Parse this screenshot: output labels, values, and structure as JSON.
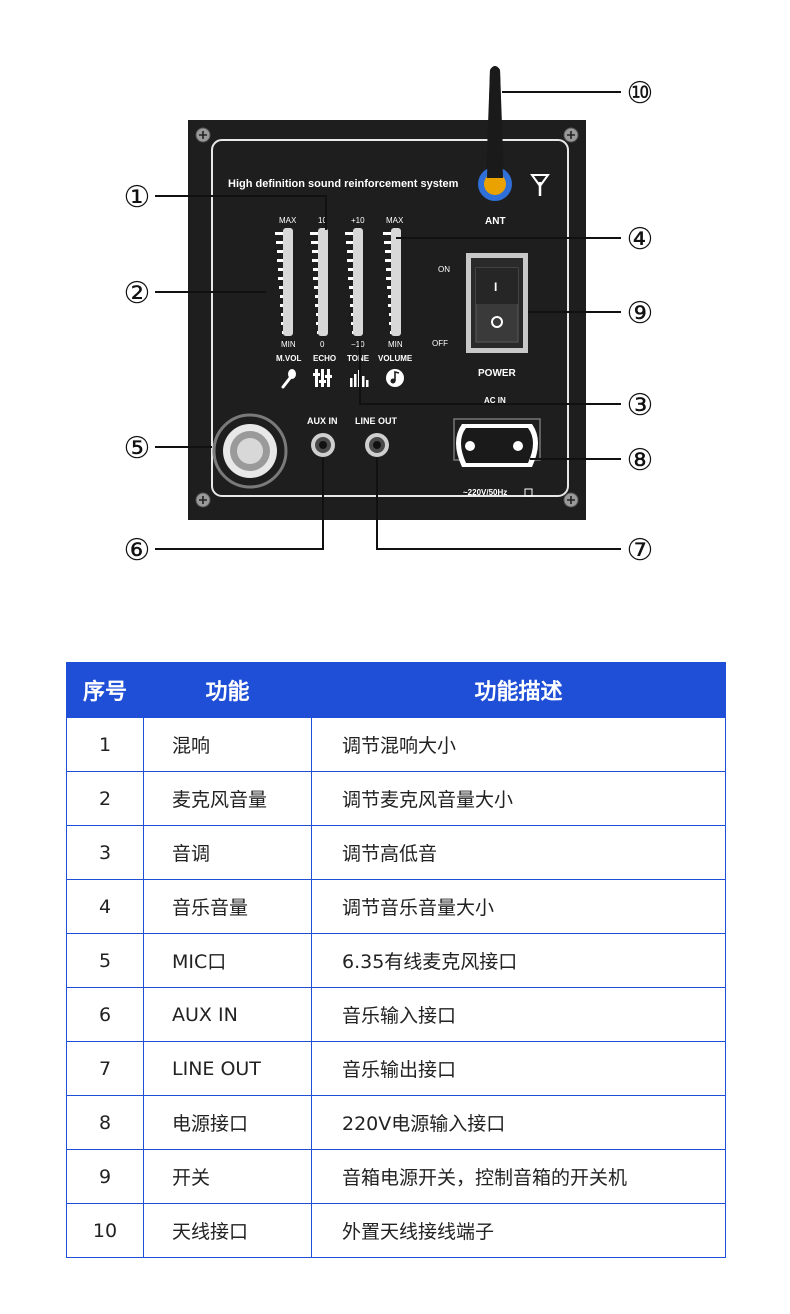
{
  "panel": {
    "title": "High definition sound reinforcement system",
    "antenna_label": "ANT",
    "sliders": [
      {
        "name": "M.VOL",
        "top": "MAX",
        "bottom": "MIN"
      },
      {
        "name": "ECHO",
        "top": "10",
        "bottom": "0"
      },
      {
        "name": "TONE",
        "top": "+10",
        "bottom": "−10"
      },
      {
        "name": "VOLUME",
        "top": "MAX",
        "bottom": "MIN"
      }
    ],
    "switch": {
      "on": "ON",
      "off": "OFF",
      "on_symbol": "I",
      "label": "POWER"
    },
    "ac_label": "AC IN",
    "voltage": "~220V/50Hz",
    "aux_in": "AUX IN",
    "line_out": "LINE OUT"
  },
  "callouts": [
    "①",
    "②",
    "③",
    "④",
    "⑤",
    "⑥",
    "⑦",
    "⑧",
    "⑨",
    "⑩"
  ],
  "table": {
    "headers": [
      "序号",
      "功能",
      "功能描述"
    ],
    "rows": [
      {
        "no": "1",
        "function": "混响",
        "description": "调节混响大小"
      },
      {
        "no": "2",
        "function": "麦克风音量",
        "description": "调节麦克风音量大小"
      },
      {
        "no": "3",
        "function": "音调",
        "description": "调节高低音"
      },
      {
        "no": "4",
        "function": "音乐音量",
        "description": "调节音乐音量大小"
      },
      {
        "no": "5",
        "function": "MIC口",
        "description": "6.35有线麦克风接口"
      },
      {
        "no": "6",
        "function": "AUX IN",
        "description": "音乐输入接口"
      },
      {
        "no": "7",
        "function": "LINE OUT",
        "description": "音乐输出接口"
      },
      {
        "no": "8",
        "function": "电源接口",
        "description": "220V电源输入接口"
      },
      {
        "no": "9",
        "function": "开关",
        "description": "音箱电源开关，控制音箱的开关机"
      },
      {
        "no": "10",
        "function": "天线接口",
        "description": "外置天线接线端子"
      }
    ]
  }
}
